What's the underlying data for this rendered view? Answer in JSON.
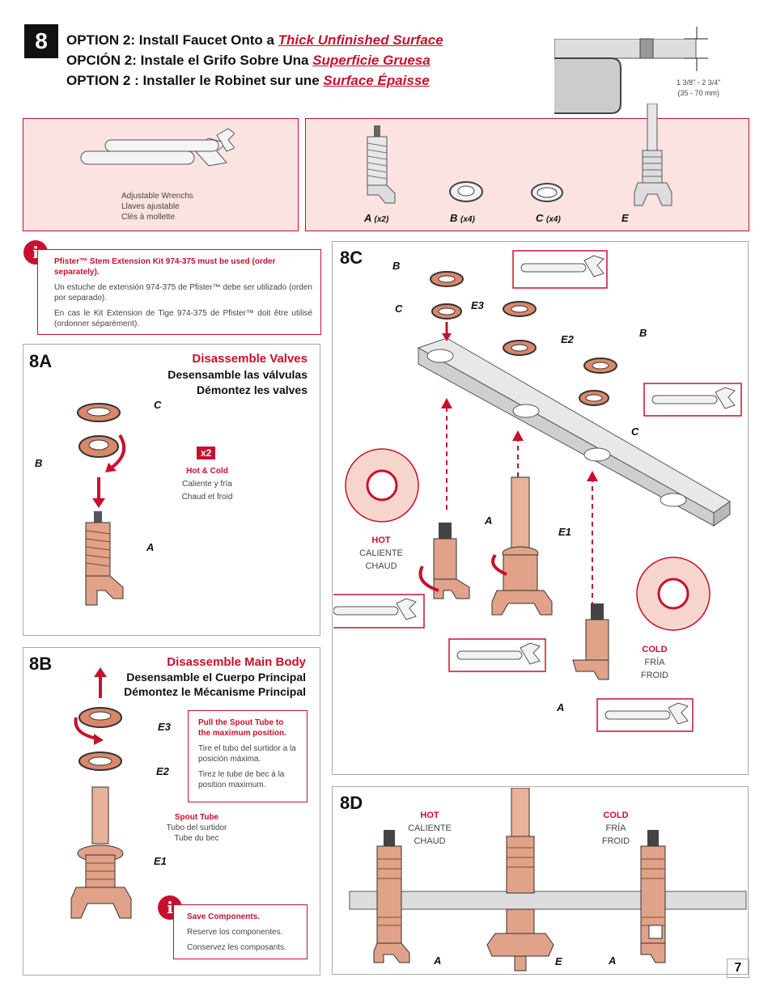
{
  "step": "8",
  "titles": [
    {
      "prefix": "OPTION 2:  Install Faucet Onto a ",
      "link": "Thick Unfinished Surface"
    },
    {
      "prefix": "OPCIÓN 2:  Instale el Grifo Sobre Una ",
      "link": "Superficie Gruesa"
    },
    {
      "prefix": "OPTION 2 : Installer le Robinet sur une ",
      "link": "Surface Épaisse"
    }
  ],
  "thickness": {
    "line1": "1 3/8\" - 2 3/4\"",
    "line2": "(35 - 70 mm)"
  },
  "tools": {
    "en": "Adjustable Wrenchs",
    "es": "Llaves ajustable",
    "fr": "Clés à mollette"
  },
  "parts": [
    {
      "letter": "A",
      "qty": "(x2)"
    },
    {
      "letter": "B",
      "qty": "(x4)"
    },
    {
      "letter": "C",
      "qty": "(x4)"
    },
    {
      "letter": "E",
      "qty": ""
    }
  ],
  "stem_note": {
    "en": "Pfister™ Stem Extension Kit 974-375 must be used (order separately).",
    "es": "Un estuche de extensión 974-375 de Pfister™ debe ser utilizado (orden por separado).",
    "fr": "En cas le Kit Extension de Tige 974-375 de Pfister™ doit être utilisé (ordonner séparément)."
  },
  "sec8a": {
    "label": "8A",
    "title_en": "Disassemble Valves",
    "title_es": "Desensamble las válvulas",
    "title_fr": "Démontez les valves",
    "qty": "x2",
    "hc_en": "Hot & Cold",
    "hc_es": "Caliente y fría",
    "hc_fr": "Chaud et froid",
    "labels": {
      "c": "C",
      "b": "B",
      "a": "A"
    }
  },
  "sec8b": {
    "label": "8B",
    "title_en": "Disassemble  Main Body",
    "title_es": "Desensamble el Cuerpo Principal",
    "title_fr": "Démontez le Mécanisme Principal",
    "labels": {
      "e3": "E3",
      "e2": "E2",
      "e1": "E1"
    },
    "pull_en": "Pull the Spout Tube to the maximum position.",
    "pull_es": "Tire el tubo del surtidor a la posición máxima.",
    "pull_fr": "Tirez le tube de bec à la position maximum.",
    "spout_en": "Spout Tube",
    "spout_es": "Tubo del surtidor",
    "spout_fr": "Tube du bec",
    "save_en": "Save Components.",
    "save_es": "Reserve los componentes.",
    "save_fr": "Conservez les composants."
  },
  "sec8c": {
    "label": "8C",
    "labels": {
      "b1": "B",
      "c1": "C",
      "e3": "E3",
      "e2": "E2",
      "b2": "B",
      "c2": "C",
      "a1": "A",
      "e1": "E1",
      "a2": "A"
    },
    "hot_en": "HOT",
    "hot_es": "CALIENTE",
    "hot_fr": "CHAUD",
    "cold_en": "COLD",
    "cold_es": "FRÍA",
    "cold_fr": "FROID"
  },
  "sec8d": {
    "label": "8D",
    "hot_en": "HOT",
    "hot_es": "CALIENTE",
    "hot_fr": "CHAUD",
    "cold_en": "COLD",
    "cold_es": "FRÍA",
    "cold_fr": "FROID",
    "labels": {
      "a1": "A",
      "e": "E",
      "a2": "A"
    }
  },
  "page_number": "7",
  "colors": {
    "accent": "#c8102e",
    "copper": "#d9876a",
    "pink": "#fbe3e1"
  }
}
